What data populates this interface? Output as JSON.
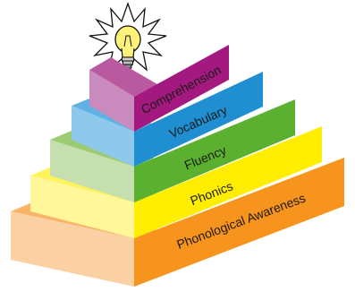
{
  "pyramid": {
    "tiers": [
      {
        "label": "Phonological Awareness",
        "face_color": "#f7941d",
        "side_color": "#fbd0a3",
        "top_color": "#f9b467"
      },
      {
        "label": "Phonics",
        "face_color": "#ffee00",
        "side_color": "#fff79a",
        "top_color": "#fff35c"
      },
      {
        "label": "Fluency",
        "face_color": "#5bb12f",
        "side_color": "#c6dfae",
        "top_color": "#9ccb73"
      },
      {
        "label": "Vocabulary",
        "face_color": "#1f8fd1",
        "side_color": "#8ec9ec",
        "top_color": "#5fb2e3"
      },
      {
        "label": "Comprehension",
        "face_color": "#a3197f",
        "side_color": "#c98bbd",
        "top_color": "#b95aa1"
      }
    ],
    "top_icon": "lightbulb-icon"
  }
}
